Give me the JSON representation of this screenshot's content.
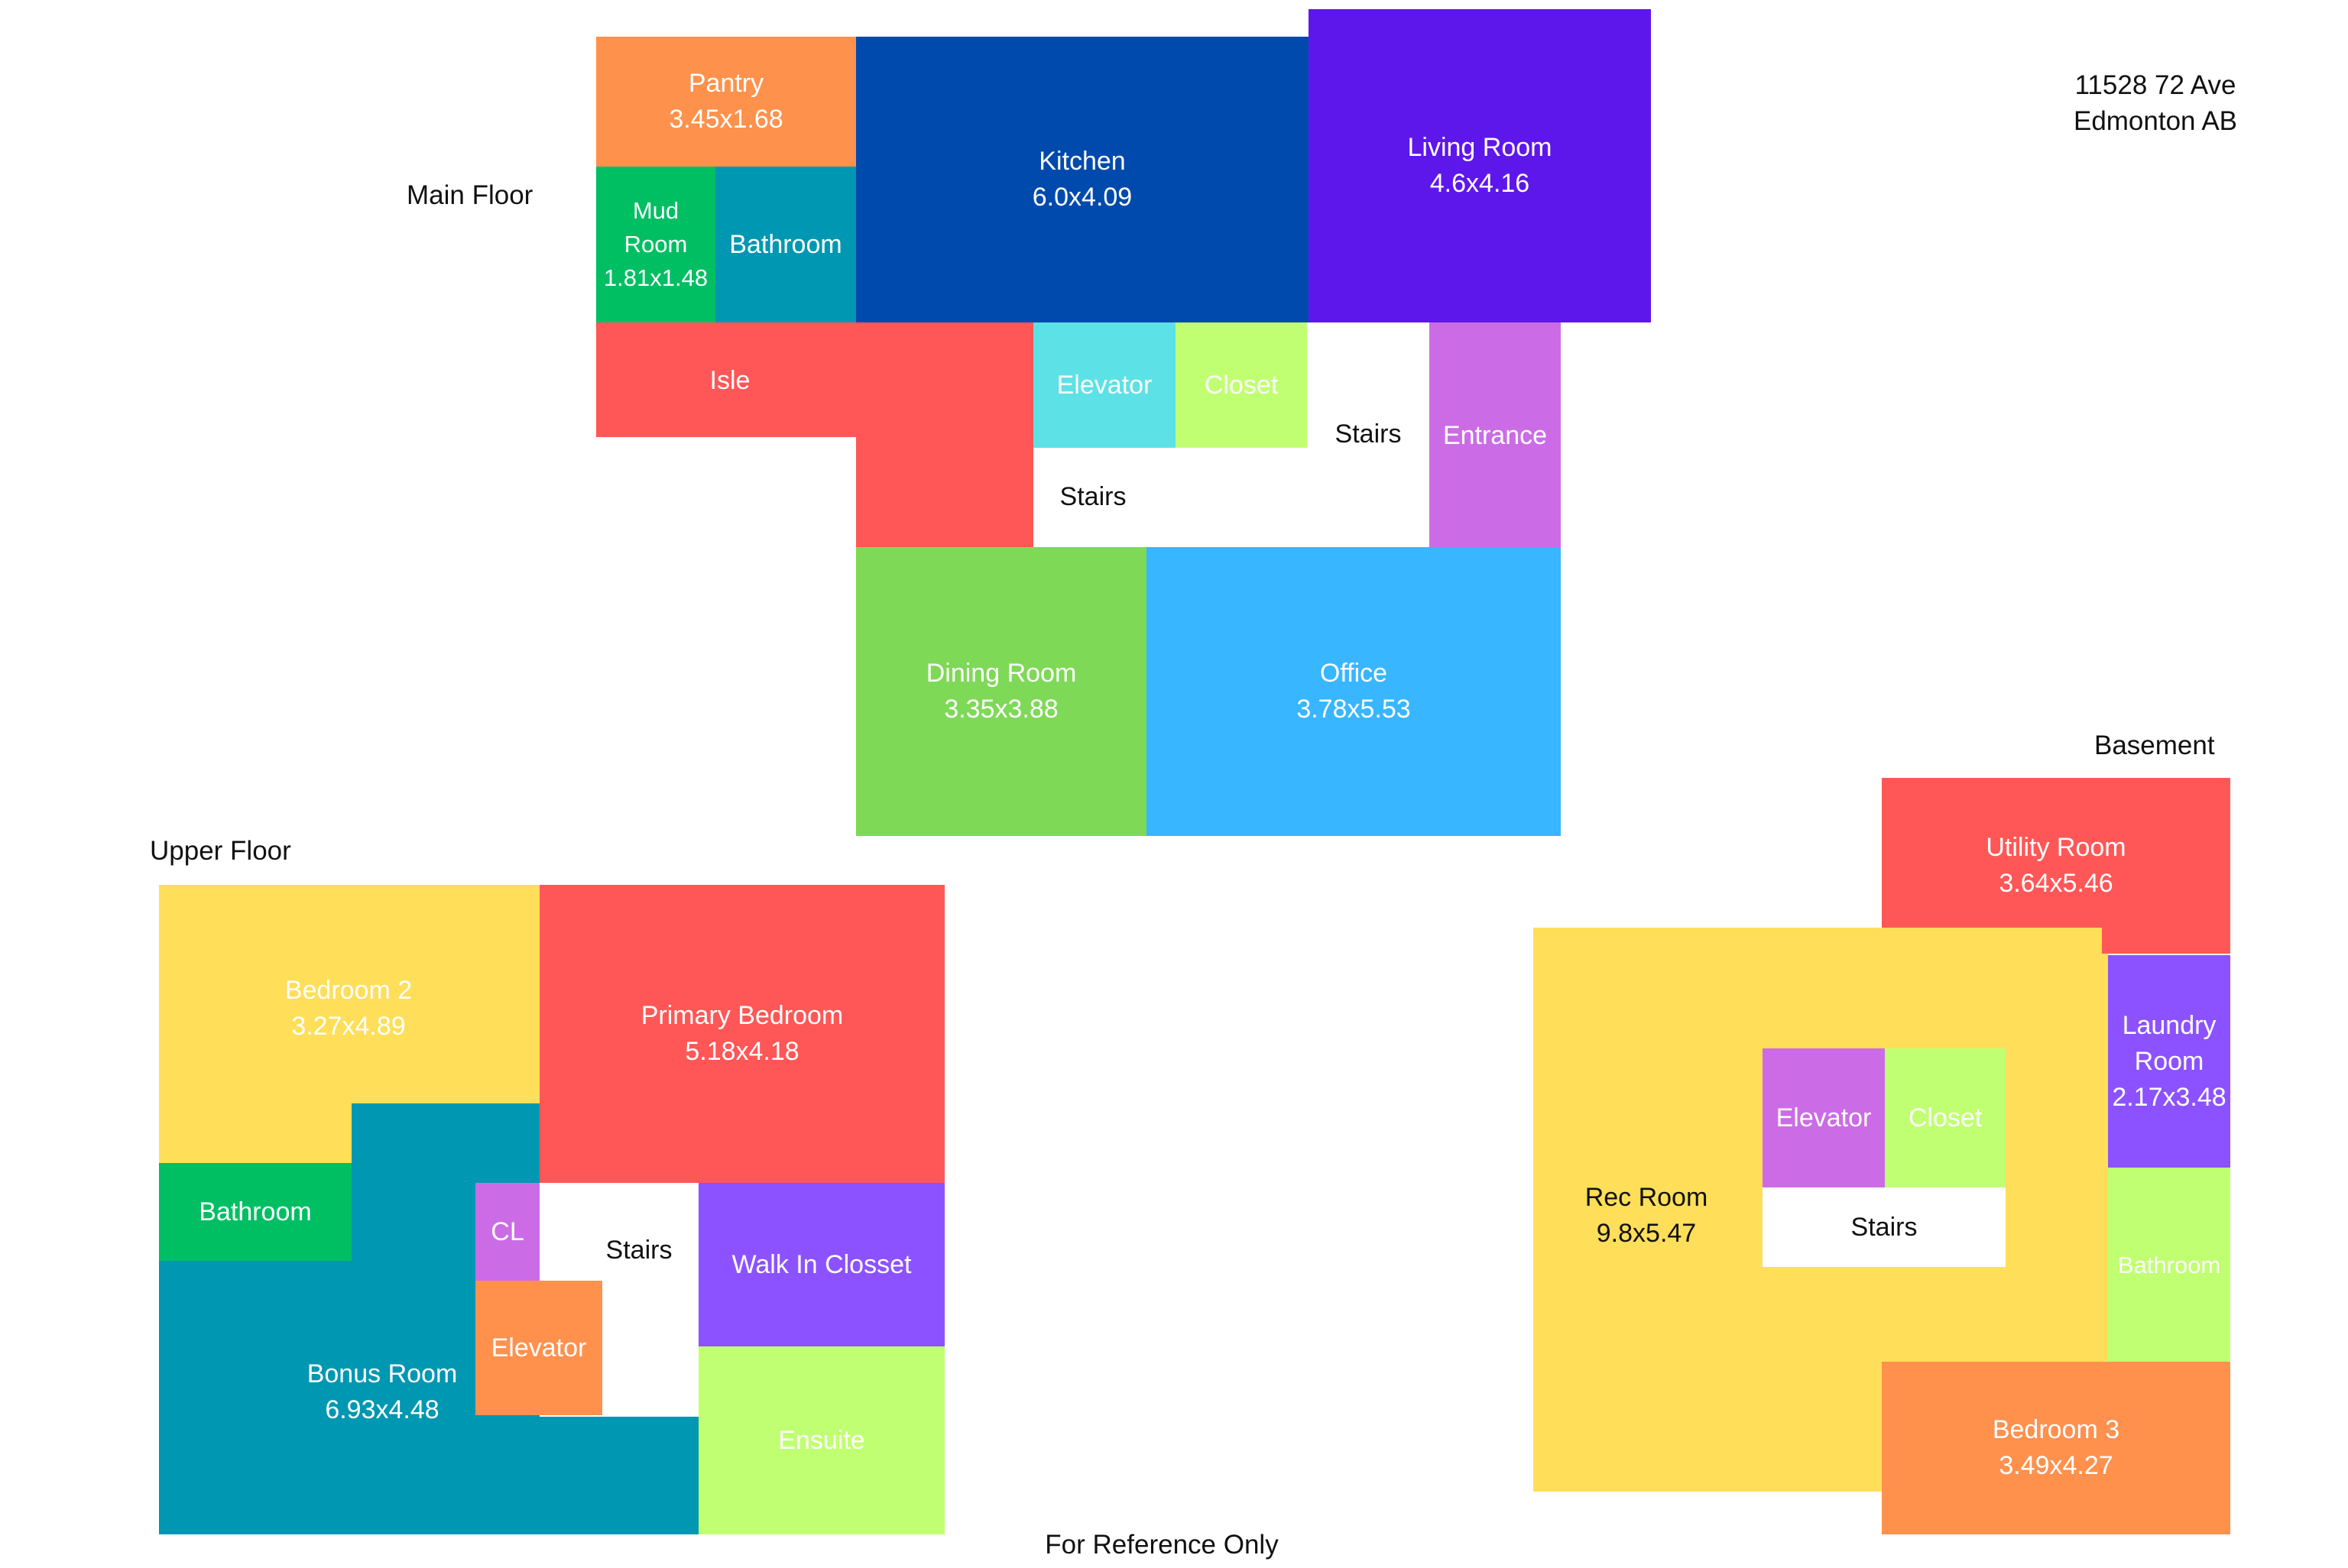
{
  "address": {
    "line1": "11528 72 Ave",
    "line2": "Edmonton AB"
  },
  "footer": "For Reference Only",
  "colors": {
    "pantry": "#fe914c",
    "kitchen": "#004aad",
    "living_room": "#5e17eb",
    "mud_room": "#00bf63",
    "bathroom_teal": "#0097b2",
    "isle": "#ff5757",
    "elevator_cyan": "#5ce1e6",
    "closet_lime": "#c1ff72",
    "entrance": "#cb6ce6",
    "dining": "#7ed957",
    "office": "#38b6ff",
    "yellow": "#ffde59",
    "purple": "#8c52ff",
    "orange": "#ff914d",
    "white": "#ffffff"
  },
  "main_floor": {
    "title": "Main Floor",
    "pantry": {
      "name": "Pantry",
      "dims": "3.45x1.68"
    },
    "kitchen": {
      "name": "Kitchen",
      "dims": "6.0x4.09"
    },
    "living_room": {
      "name": "Living Room",
      "dims": "4.6x4.16"
    },
    "mud_room": {
      "name1": "Mud",
      "name2": "Room",
      "dims": "1.81x1.48"
    },
    "bathroom": {
      "name": "Bathroom"
    },
    "isle": {
      "name": "Isle"
    },
    "elevator": {
      "name": "Elevator"
    },
    "closet": {
      "name": "Closet"
    },
    "stairs_upper": {
      "name": "Stairs"
    },
    "stairs_lower": {
      "name": "Stairs"
    },
    "entrance": {
      "name": "Entrance"
    },
    "dining_room": {
      "name": "Dining Room",
      "dims": "3.35x3.88"
    },
    "office": {
      "name": "Office",
      "dims": "3.78x5.53"
    }
  },
  "upper_floor": {
    "title": "Upper Floor",
    "bedroom2": {
      "name": "Bedroom 2",
      "dims": "3.27x4.89"
    },
    "primary_bedroom": {
      "name": "Primary Bedroom",
      "dims": "5.18x4.18"
    },
    "bathroom": {
      "name": "Bathroom"
    },
    "cl": {
      "name": "CL"
    },
    "stairs": {
      "name": "Stairs"
    },
    "walk_in_closet": {
      "name": "Walk In Closset"
    },
    "elevator": {
      "name": "Elevator"
    },
    "bonus_room": {
      "name": "Bonus Room",
      "dims": "6.93x4.48"
    },
    "ensuite": {
      "name": "Ensuite"
    }
  },
  "basement": {
    "title": "Basement",
    "utility_room": {
      "name": "Utility Room",
      "dims": "3.64x5.46"
    },
    "laundry_room": {
      "name1": "Laundry",
      "name2": "Room",
      "dims": "2.17x3.48"
    },
    "elevator": {
      "name": "Elevator"
    },
    "closet": {
      "name": "Closet"
    },
    "stairs": {
      "name": "Stairs"
    },
    "rec_room": {
      "name": "Rec Room",
      "dims": "9.8x5.47"
    },
    "bathroom": {
      "name": "Bathroom"
    },
    "bedroom3": {
      "name": "Bedroom 3",
      "dims": "3.49x4.27"
    }
  }
}
